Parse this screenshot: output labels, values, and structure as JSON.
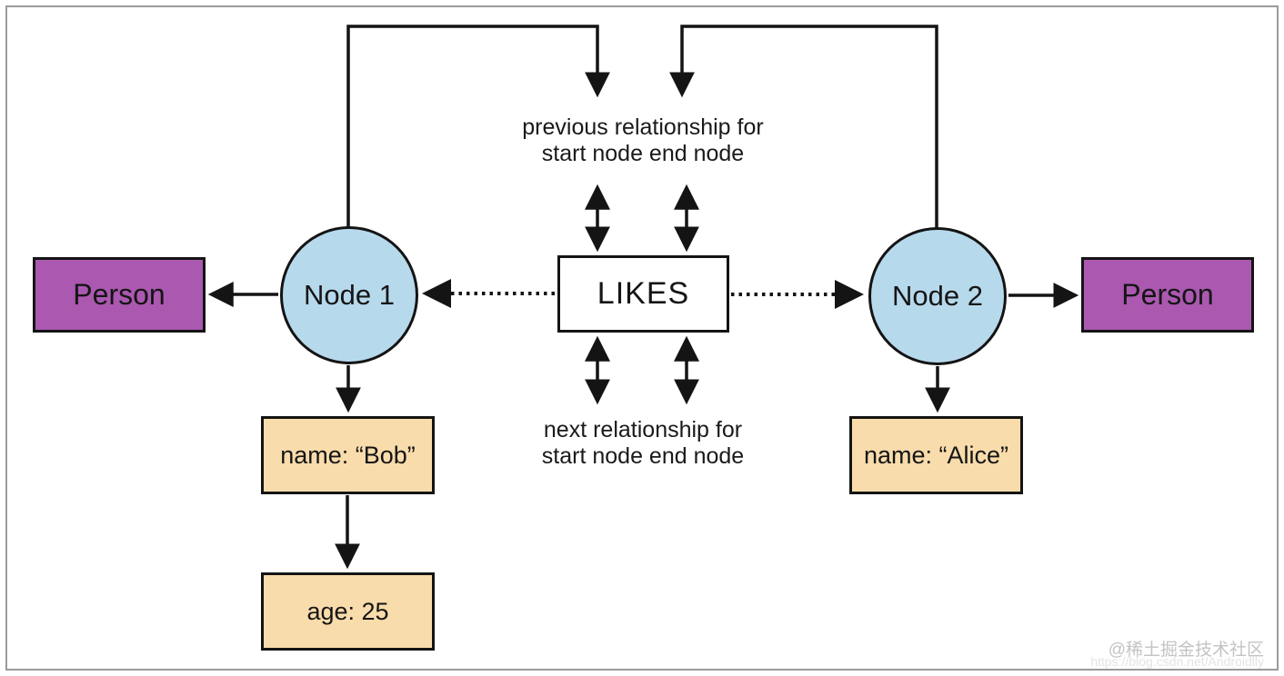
{
  "diagram": {
    "person_left": {
      "label": "Person"
    },
    "person_right": {
      "label": "Person"
    },
    "node1": {
      "label": "Node 1"
    },
    "node2": {
      "label": "Node 2"
    },
    "relationship": {
      "label": "LIKES"
    },
    "property_bob": {
      "label": "name: “Bob”"
    },
    "property_age": {
      "label": "age: 25"
    },
    "property_alice": {
      "label": "name: “Alice”"
    },
    "annotation_previous": {
      "line1": "previous relationship for",
      "line2": "start node end node"
    },
    "annotation_next": {
      "line1": "next relationship for",
      "line2": "start node end node"
    }
  },
  "watermark": {
    "community": "@稀土掘金技术社区",
    "url": "https://blog.csdn.net/Androidlly"
  },
  "colors": {
    "person_fill": "#ab58b0",
    "node_fill": "#b7d9ec",
    "property_fill": "#f9dcab",
    "relationship_fill": "#ffffff",
    "line_stroke": "#141414",
    "frame_border": "#9b9b9b"
  }
}
